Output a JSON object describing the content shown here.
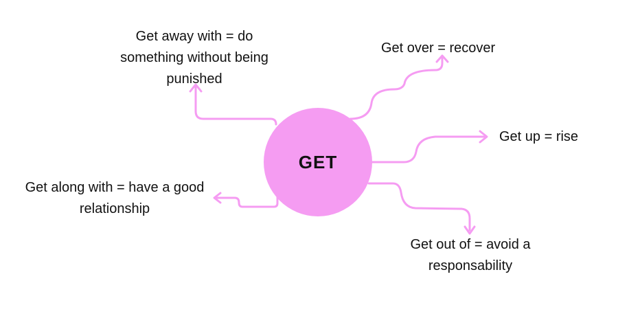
{
  "colors": {
    "circle_fill": "#f59cf2",
    "connector": "#f59cf2",
    "text": "#111111",
    "background": "#ffffff"
  },
  "center": {
    "label": "GET"
  },
  "branches": {
    "get_away_with": {
      "line1": "Get away with = do",
      "line2": "something without being",
      "line3": "punished"
    },
    "get_over": {
      "line1": "Get over = recover"
    },
    "get_up": {
      "line1": "Get up = rise"
    },
    "get_along_with": {
      "line1": "Get along with = have a good",
      "line2": "relationship"
    },
    "get_out_of": {
      "line1": "Get out of = avoid a",
      "line2": "responsability"
    }
  }
}
